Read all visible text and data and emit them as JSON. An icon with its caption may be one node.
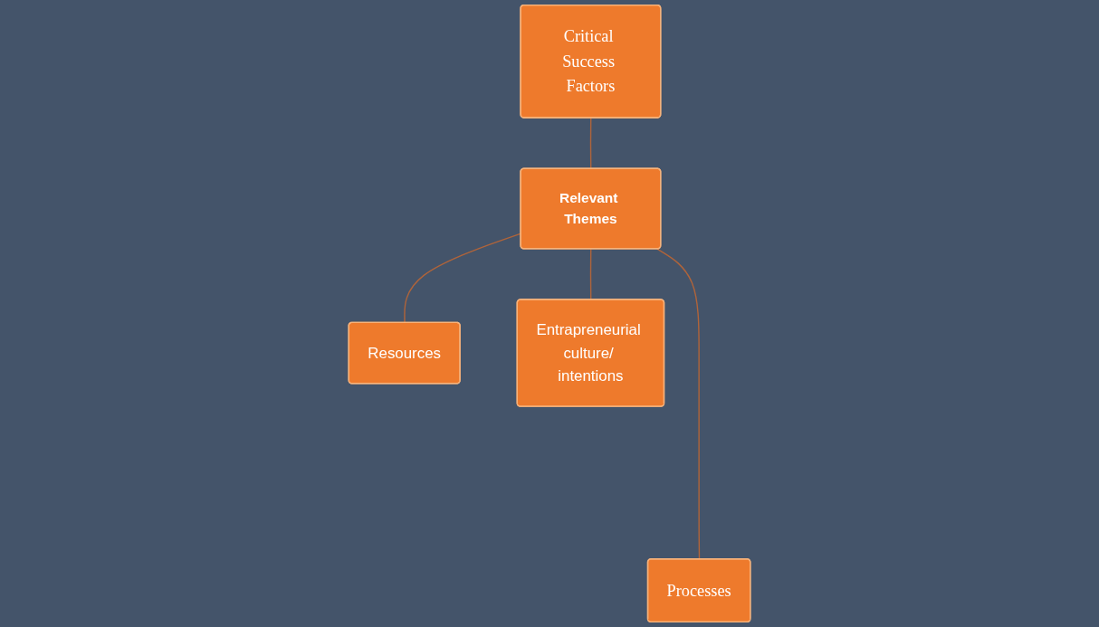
{
  "diagram": {
    "nodes": [
      {
        "text": [
          "Critical Success Factors"
        ]
      },
      {
        "text": [
          "Resources"
        ]
      },
      {
        "text": [
          "Relevant Themes"
        ]
      },
      {
        "text": [
          "Entrapreneurial culture/ intentions"
        ]
      },
      {
        "text": [
          "Processes"
        ]
      }
    ],
    "edges": [
      {
        "from": 0,
        "to": 2,
        "arrow": "none"
      },
      {
        "from": 2,
        "to": 1,
        "arrow": "none"
      },
      {
        "from": 2,
        "to": 3,
        "arrow": "none"
      },
      {
        "from": 2,
        "to": 4,
        "arrow": "none"
      }
    ]
  }
}
